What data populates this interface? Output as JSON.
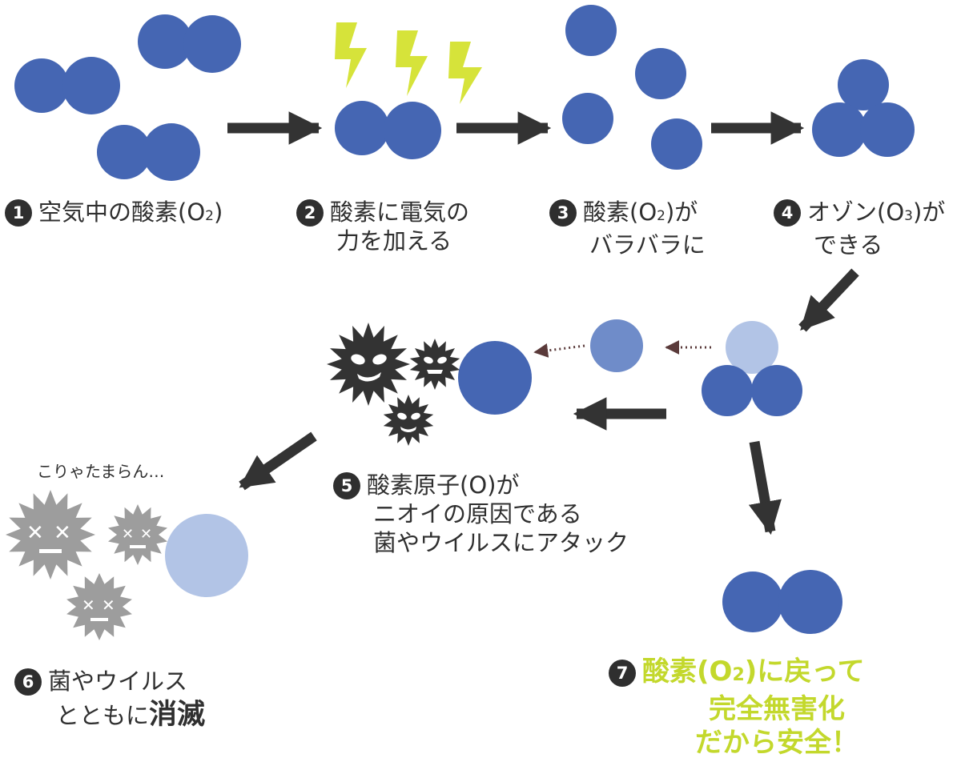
{
  "steps": [
    {
      "num": "1",
      "line1a": "空気中の酸素(O",
      "line1sub": "2",
      "line1b": ")"
    },
    {
      "num": "2",
      "line1": "酸素に電気の",
      "line2": "力を加える"
    },
    {
      "num": "3",
      "line1a": "酸素(O",
      "line1sub": "2",
      "line1b": ")が",
      "line2": "バラバラに"
    },
    {
      "num": "4",
      "line1a": "オゾン(O",
      "line1sub": "3",
      "line1b": ")が",
      "line2": "できる"
    },
    {
      "num": "5",
      "line1": "酸素原子(O)が",
      "line2": "ニオイの原因である",
      "line3": "菌やウイルスにアタック"
    },
    {
      "num": "6",
      "line1": "菌やウイルス",
      "line2a": "とともに",
      "line2b": "消滅"
    },
    {
      "num": "7",
      "line1a": "酸素(O",
      "line1sub": "2",
      "line1b": ")に戻って",
      "line2": "完全無害化",
      "line3": "だから安全！"
    }
  ],
  "murmur": "こりゃたまらん…",
  "colors": {
    "atom": "#4566b3",
    "atom_light": "#6f8cc9",
    "atom_pale": "#b2c4e6",
    "arrow": "#333333",
    "germ": "#333333",
    "germ_dead": "#9d9d9d",
    "bolt": "#d6e33a",
    "accent_green": "#c3d82c"
  },
  "icons": [
    "oxygen-atom",
    "lightning-bolt-icon",
    "germ-icon",
    "dead-germ-icon",
    "arrow-icon",
    "dotted-arrow-icon"
  ]
}
